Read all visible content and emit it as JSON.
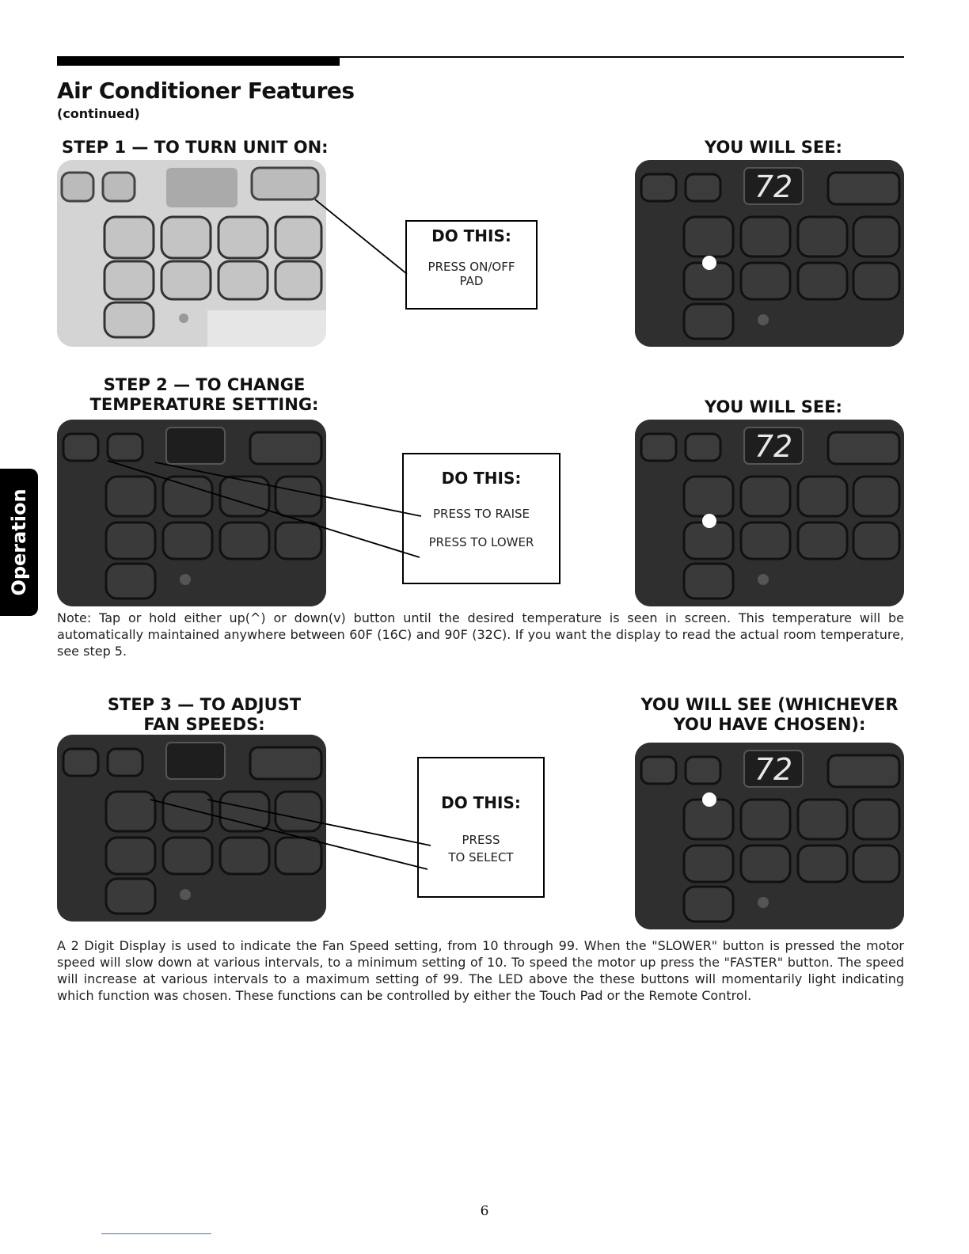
{
  "header": {
    "title": "Air Conditioner Features",
    "subtitle": "(continued)"
  },
  "side_tab": {
    "label": "Operation"
  },
  "display_value": "72",
  "step1": {
    "heading": "STEP 1 — TO TURN UNIT ON:",
    "see": "YOU WILL SEE:",
    "do_title": "DO THIS:",
    "do_line1": "PRESS ON/OFF",
    "do_line2": "PAD"
  },
  "step2": {
    "heading_line1": "STEP 2 — TO CHANGE",
    "heading_line2": "TEMPERATURE SETTING:",
    "see": "YOU WILL SEE:",
    "do_title": "DO THIS:",
    "do_line1": "PRESS TO RAISE",
    "do_line2": "PRESS TO LOWER",
    "note": "Note: Tap or hold either up(^) or down(v) button until the desired temperature is seen in screen. This temperature will be automatically maintained anywhere between 60F (16C) and 90F (32C). If you want the display to read the actual room temperature, see step 5."
  },
  "step3": {
    "heading_line1": "STEP 3 — TO ADJUST",
    "heading_line2": "FAN SPEEDS:",
    "see_line1": "YOU WILL SEE (WHICHEVER",
    "see_line2": "YOU HAVE CHOSEN):",
    "do_title": "DO THIS:",
    "do_line1": "PRESS",
    "do_line2": "TO SELECT",
    "note": "A 2 Digit Display is used to indicate the Fan Speed setting, from 10 through 99. When the \"SLOWER\" button is pressed the motor speed will slow down at various intervals, to a minimum setting of 10. To speed the motor up press the \"FASTER\" button. The speed will increase at various intervals to a maximum setting of 99. The LED above the these buttons will momentarily light indicating which function was chosen. These functions can be controlled by either the Touch Pad or the Remote Control."
  },
  "page_number": "6"
}
